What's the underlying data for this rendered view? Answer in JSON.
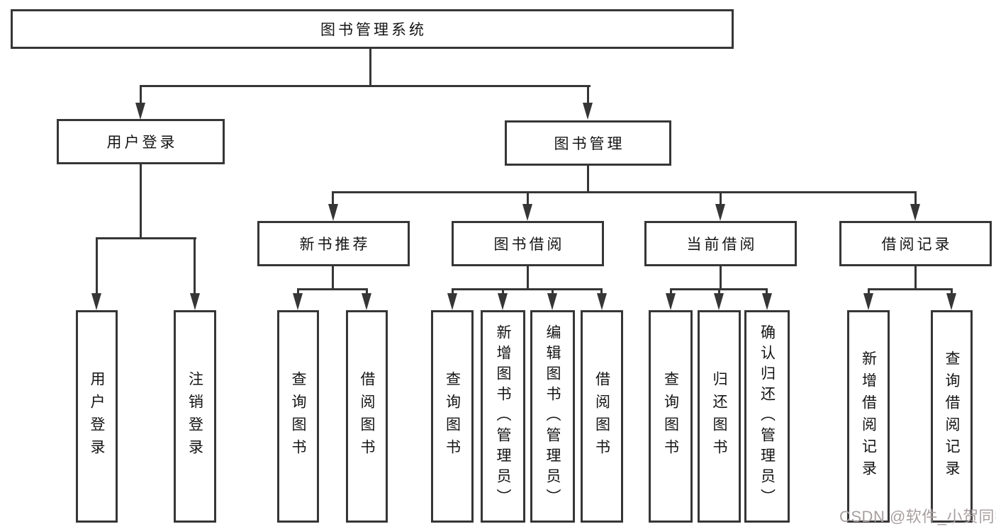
{
  "diagram": {
    "root": {
      "label": "图书管理系统",
      "children": [
        {
          "label": "用户登录",
          "children": [
            {
              "label": "用户登录"
            },
            {
              "label": "注销登录"
            }
          ]
        },
        {
          "label": "图书管理",
          "children": [
            {
              "label": "新书推荐",
              "children": [
                {
                  "label": "查询图书"
                },
                {
                  "label": "借阅图书"
                }
              ]
            },
            {
              "label": "图书借阅",
              "children": [
                {
                  "label": "查询图书"
                },
                {
                  "label": "新增图书（管理员）"
                },
                {
                  "label": "编辑图书（管理员）"
                },
                {
                  "label": "借阅图书"
                }
              ]
            },
            {
              "label": "当前借阅",
              "children": [
                {
                  "label": "查询图书"
                },
                {
                  "label": "归还图书"
                },
                {
                  "label": "确认归还（管理员）"
                }
              ]
            },
            {
              "label": "借阅记录",
              "children": [
                {
                  "label": "新增借阅记录"
                },
                {
                  "label": "查询借阅记录"
                }
              ]
            }
          ]
        }
      ]
    }
  },
  "watermark": {
    "text": "CSDN @软件_小贺同学",
    "color": "#a89f9f"
  },
  "colors": {
    "line": "#363636",
    "border": "#363636",
    "text": "#141414",
    "background": "#ffffff"
  }
}
